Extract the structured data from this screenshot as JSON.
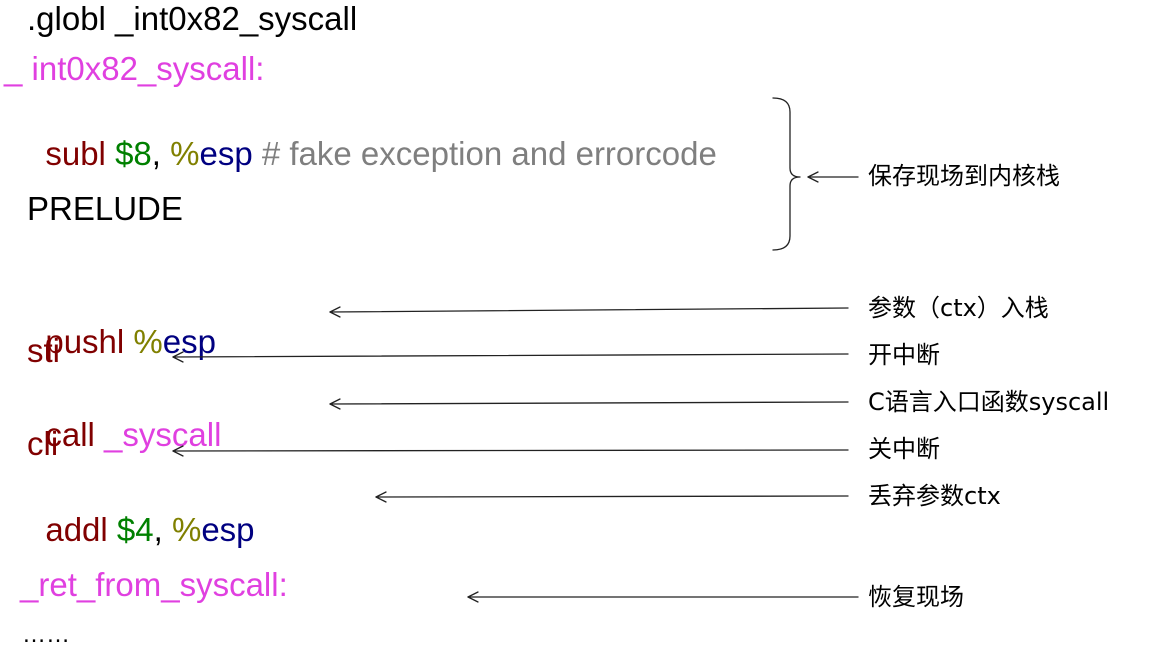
{
  "code": {
    "globl": ".globl _int0x82_syscall",
    "label_main": "_ int0x82_syscall:",
    "subl": {
      "op": "subl",
      "arg1": "$8",
      "comma": ",",
      "pct": "%",
      "reg": "esp",
      "comment": "# fake exception and errorcode"
    },
    "prelude": "PRELUDE",
    "pushl": {
      "op": "pushl",
      "pct": "%",
      "reg": "esp"
    },
    "sti": "sti",
    "call": {
      "op": "call",
      "target": "_syscall"
    },
    "cli": "cli",
    "addl": {
      "op": "addl",
      "arg1": "$4",
      "comma": ",",
      "pct": "%",
      "reg": "esp"
    },
    "label_ret": "_ret_from_syscall:",
    "ellipsis": "……"
  },
  "annotations": {
    "save_context": "保存现场到内核栈",
    "push_param": "参数（ctx）入栈",
    "enable_int": "开中断",
    "c_entry": "C语言入口函数syscall",
    "disable_int": "关中断",
    "drop_param": "丢弃参数ctx",
    "restore_context": "恢复现场"
  },
  "colors": {
    "mnemonic": "#800000",
    "immediate": "#008000",
    "percent": "#808000",
    "register": "#000080",
    "label": "#e040e0",
    "comment": "#7f7f7f",
    "plain": "#000000"
  }
}
